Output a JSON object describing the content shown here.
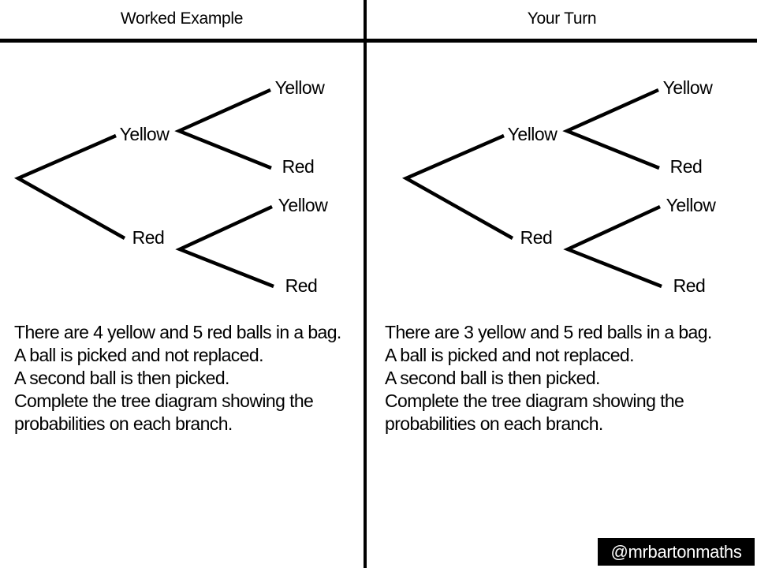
{
  "panels": [
    {
      "title": "Worked Example",
      "tree": {
        "first_pick": [
          "Yellow",
          "Red"
        ],
        "second_pick": [
          "Yellow",
          "Red",
          "Yellow",
          "Red"
        ]
      },
      "problem_lines": [
        "There are 4 yellow and 5 red balls in a bag.",
        "A ball is picked and not replaced.",
        "A second ball is then picked.",
        "Complete the tree diagram showing the",
        "probabilities on each branch."
      ]
    },
    {
      "title": "Your Turn",
      "tree": {
        "first_pick": [
          "Yellow",
          "Red"
        ],
        "second_pick": [
          "Yellow",
          "Red",
          "Yellow",
          "Red"
        ]
      },
      "problem_lines": [
        "There are 3 yellow and 5 red balls in a bag.",
        "A ball is picked and not replaced.",
        "A second ball is then picked.",
        "Complete the tree diagram showing the",
        "probabilities on each branch."
      ]
    }
  ],
  "watermark": {
    "handle": "@mrbartonmaths"
  },
  "colors": {
    "background": "#ffffff",
    "ink": "#000000",
    "watermark_bg": "#000000",
    "watermark_text": "#ffffff"
  }
}
